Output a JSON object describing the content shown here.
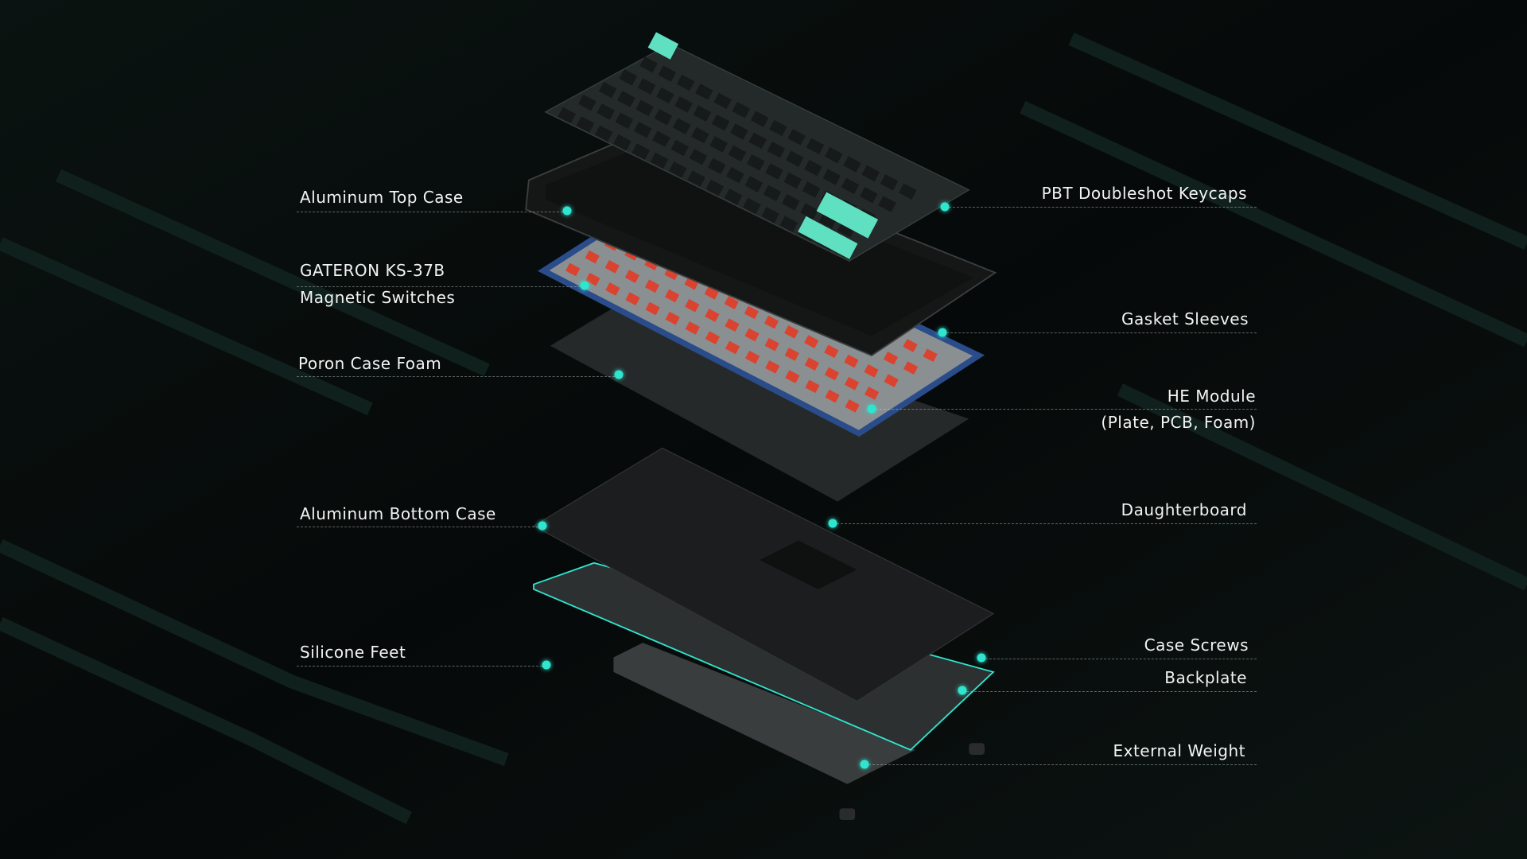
{
  "labels_left": [
    {
      "text": "Aluminum Top Case"
    },
    {
      "text": "GATERON KS-37B",
      "subtext": "Magnetic Switches"
    },
    {
      "text": "Poron Case Foam"
    },
    {
      "text": "Aluminum Bottom Case"
    },
    {
      "text": "Silicone Feet"
    }
  ],
  "labels_right": [
    {
      "text": "PBT Doubleshot Keycaps"
    },
    {
      "text": "Gasket Sleeves"
    },
    {
      "text": "HE Module",
      "subtext": "(Plate, PCB, Foam)"
    },
    {
      "text": "Daughterboard"
    },
    {
      "text": "Case Screws"
    },
    {
      "text": "Backplate"
    },
    {
      "text": "External Weight"
    }
  ],
  "colors": {
    "accent": "#2ee6cf",
    "switch": "#d9432f",
    "plate": "#2a4c8a",
    "background": "#070a0a"
  }
}
